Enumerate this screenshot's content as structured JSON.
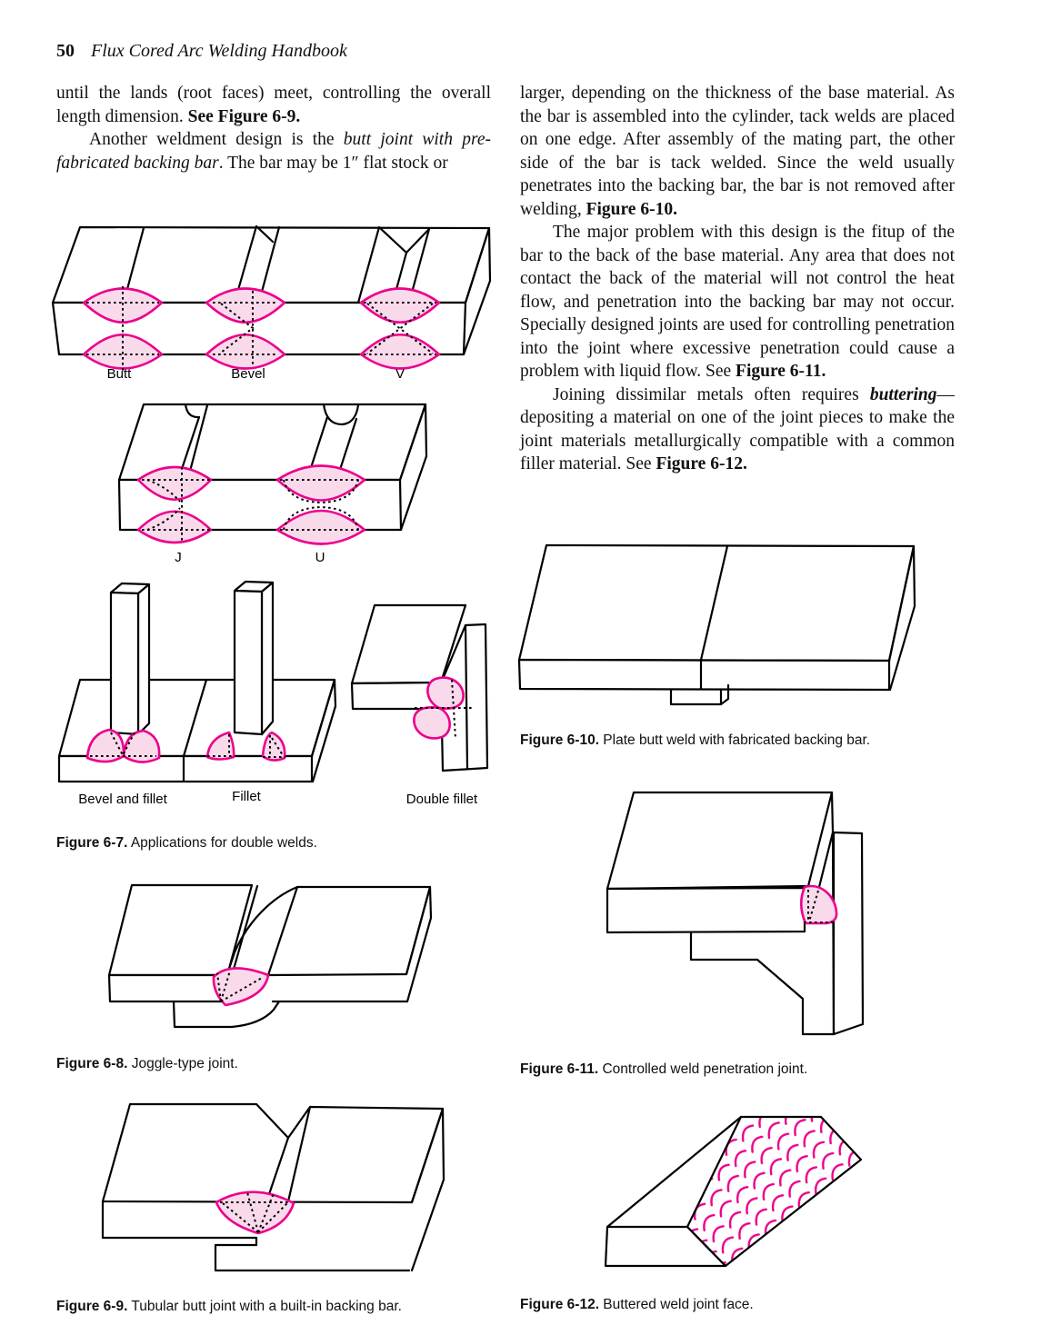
{
  "header": {
    "page_number": "50",
    "book_title": "Flux Cored Arc Welding Handbook"
  },
  "left_column": {
    "p1_normal": "until the lands (root faces) meet, controlling the overall length dimension. ",
    "p1_bold": "See Figure 6-9.",
    "p2_normal1": "Another weldment design is the ",
    "p2_italic": "butt joint with pre-fabricated backing bar",
    "p2_normal2": ". The bar may be 1″ flat stock or"
  },
  "right_column": {
    "p1_normal": "larger, depending on the thickness of the base material. As the bar is assembled into the cylinder, tack welds are placed on one edge. After assembly of the mating part, the other side of the bar is tack welded. Since the weld usually penetrates into the backing bar, the bar is not removed after welding, ",
    "p1_bold": "Figure 6-10.",
    "p2_normal": "The major problem with this design is the fitup of the bar to the back of the base material. Any area that does not contact the back of the material will not control the heat flow, and penetration into the backing bar may not occur. Specially designed joints are used for controlling penetration into the joint where excessive penetration could cause a problem with liquid flow. See ",
    "p2_bold": "Figure 6-11.",
    "p3_normal1": "Joining dissimilar metals often requires ",
    "p3_bold_italic": "buttering",
    "p3_normal2": "—depositing a material on one of the joint pieces to make the joint materials metallurgically compatible with a common filler material. See ",
    "p3_bold": "Figure 6-12."
  },
  "figures": {
    "fig6_7": {
      "caption_label": "Figure 6-7.",
      "caption_text": " Applications for double welds.",
      "labels": {
        "butt": "Butt",
        "bevel": "Bevel",
        "v": "V",
        "j": "J",
        "u": "U",
        "bevel_fillet": "Bevel and fillet",
        "fillet": "Fillet",
        "double_fillet": "Double fillet"
      }
    },
    "fig6_8": {
      "caption_label": "Figure 6-8.",
      "caption_text": " Joggle-type joint."
    },
    "fig6_9": {
      "caption_label": "Figure 6-9.",
      "caption_text": " Tubular butt joint with a built-in backing bar."
    },
    "fig6_10": {
      "caption_label": "Figure 6-10.",
      "caption_text": " Plate butt weld with fabricated backing bar."
    },
    "fig6_11": {
      "caption_label": "Figure 6-11.",
      "caption_text": " Controlled weld penetration joint."
    },
    "fig6_12": {
      "caption_label": "Figure 6-12.",
      "caption_text": " Buttered weld joint face."
    }
  },
  "colors": {
    "weld_outline": "#EC008C",
    "weld_fill": "#F9DAEB",
    "ink": "#000000",
    "paper": "#FFFFFF"
  }
}
